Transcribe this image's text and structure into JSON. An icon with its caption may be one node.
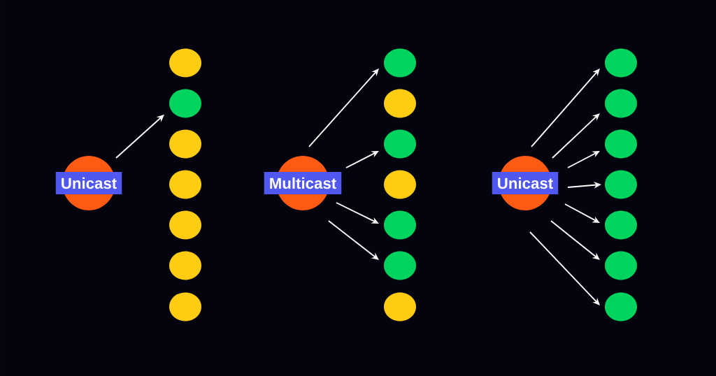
{
  "diagram": {
    "nodes": [
      {
        "text": [
          "Unicast"
        ]
      },
      {
        "text": [],
        "shape": "circle"
      },
      {
        "text": [],
        "shape": "circle"
      },
      {
        "text": [],
        "shape": "circle"
      },
      {
        "text": [],
        "shape": "circle"
      },
      {
        "text": [],
        "shape": "circle"
      },
      {
        "text": [],
        "shape": "circle"
      },
      {
        "text": [],
        "shape": "circle"
      },
      {
        "text": [
          "Multicast"
        ]
      },
      {
        "text": [],
        "shape": "circle"
      },
      {
        "text": [],
        "shape": "circle"
      },
      {
        "text": [],
        "shape": "circle"
      },
      {
        "text": [],
        "shape": "circle"
      },
      {
        "text": [],
        "shape": "circle"
      },
      {
        "text": [],
        "shape": "circle"
      },
      {
        "text": [],
        "shape": "circle"
      },
      {
        "text": [
          "Unicast"
        ]
      },
      {
        "text": [],
        "shape": "circle"
      },
      {
        "text": [],
        "shape": "circle"
      },
      {
        "text": [],
        "shape": "circle"
      },
      {
        "text": [],
        "shape": "circle"
      },
      {
        "text": [],
        "shape": "circle"
      },
      {
        "text": [],
        "shape": "circle"
      },
      {
        "text": [],
        "shape": "circle"
      }
    ],
    "edges": [
      {
        "from": 0,
        "to": 2,
        "arrow": "to"
      },
      {
        "from": 8,
        "to": 9,
        "arrow": "to"
      },
      {
        "from": 8,
        "to": 11,
        "arrow": "to"
      },
      {
        "from": 8,
        "to": 13,
        "arrow": "to"
      },
      {
        "from": 8,
        "to": 14,
        "arrow": "to"
      },
      {
        "from": 16,
        "to": 17,
        "arrow": "to"
      },
      {
        "from": 16,
        "to": 18,
        "arrow": "to"
      },
      {
        "from": 16,
        "to": 19,
        "arrow": "to"
      },
      {
        "from": 16,
        "to": 20,
        "arrow": "to"
      },
      {
        "from": 16,
        "to": 21,
        "arrow": "to"
      },
      {
        "from": 16,
        "to": 22,
        "arrow": "to"
      },
      {
        "from": 16,
        "to": 23,
        "arrow": "to"
      }
    ]
  }
}
